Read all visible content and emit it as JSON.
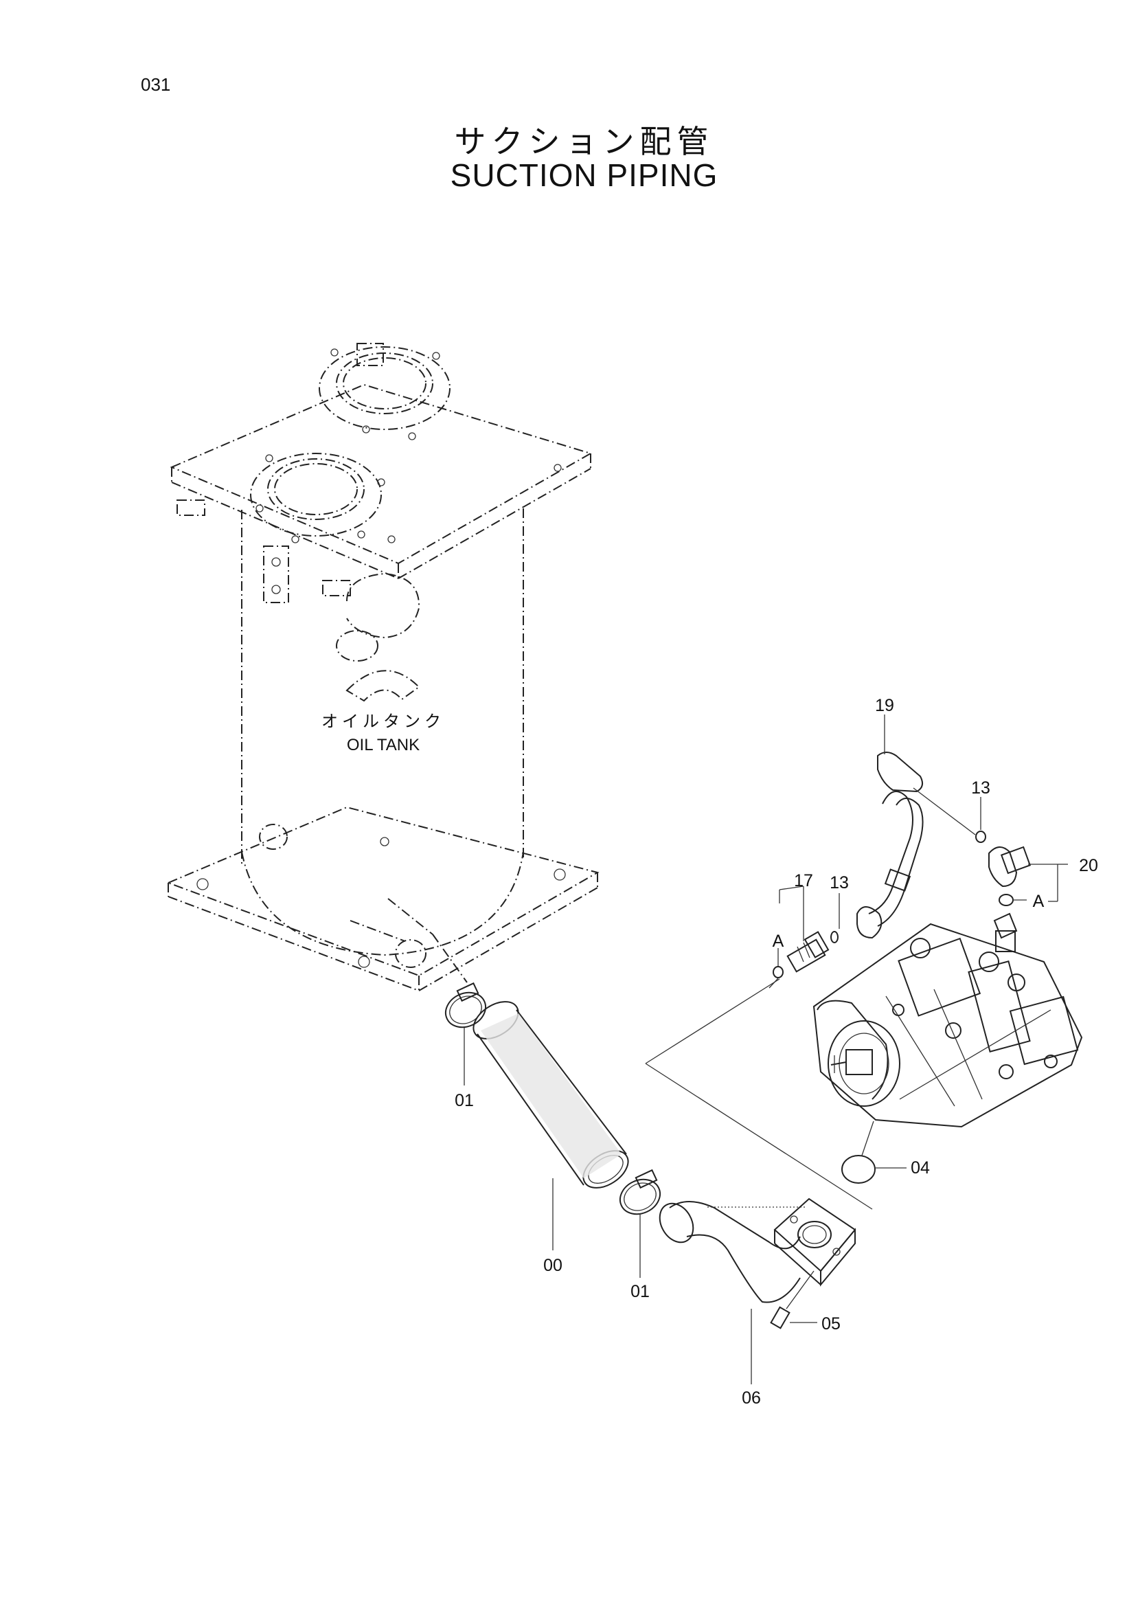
{
  "page_number": "031",
  "title_jp": "サクション配管",
  "title_en": "SUCTION  PIPING",
  "tank_label_jp": "オイルタンク",
  "tank_label_en": "OIL TANK",
  "callouts": [
    {
      "id": "c19",
      "text": "19"
    },
    {
      "id": "c13a",
      "text": "13"
    },
    {
      "id": "c13b",
      "text": "13"
    },
    {
      "id": "c17",
      "text": "17"
    },
    {
      "id": "c20",
      "text": "20"
    },
    {
      "id": "cA1",
      "text": "A"
    },
    {
      "id": "cA2",
      "text": "A"
    },
    {
      "id": "c01a",
      "text": "01"
    },
    {
      "id": "c00",
      "text": "00"
    },
    {
      "id": "c04",
      "text": "04"
    },
    {
      "id": "c01b",
      "text": "01"
    },
    {
      "id": "c05",
      "text": "05"
    },
    {
      "id": "c06",
      "text": "06"
    }
  ]
}
